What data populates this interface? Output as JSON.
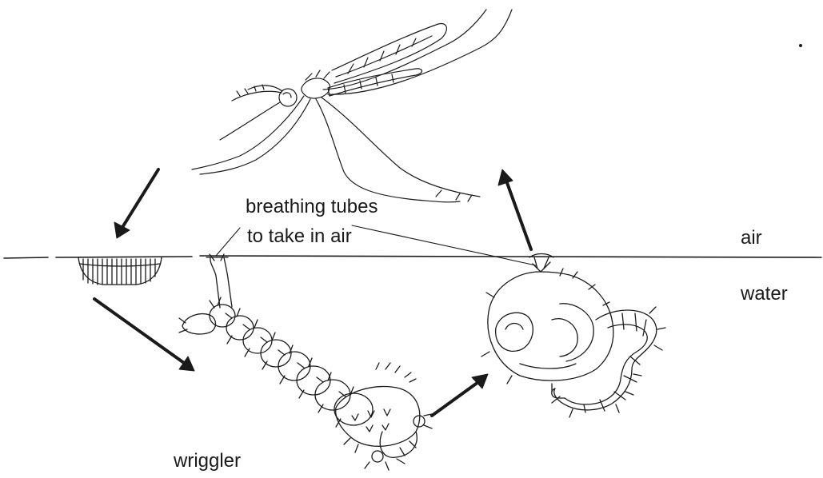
{
  "labels": {
    "breathing_tubes_line1": "breathing tubes",
    "breathing_tubes_line2": "to take in air",
    "air": "air",
    "water": "water",
    "wriggler": "wriggler"
  },
  "colors": {
    "ink": "#1a1a1a",
    "background": "#ffffff"
  },
  "icons": [
    "adult-mosquito-icon",
    "egg-raft-icon",
    "larva-icon",
    "pupa-icon"
  ]
}
